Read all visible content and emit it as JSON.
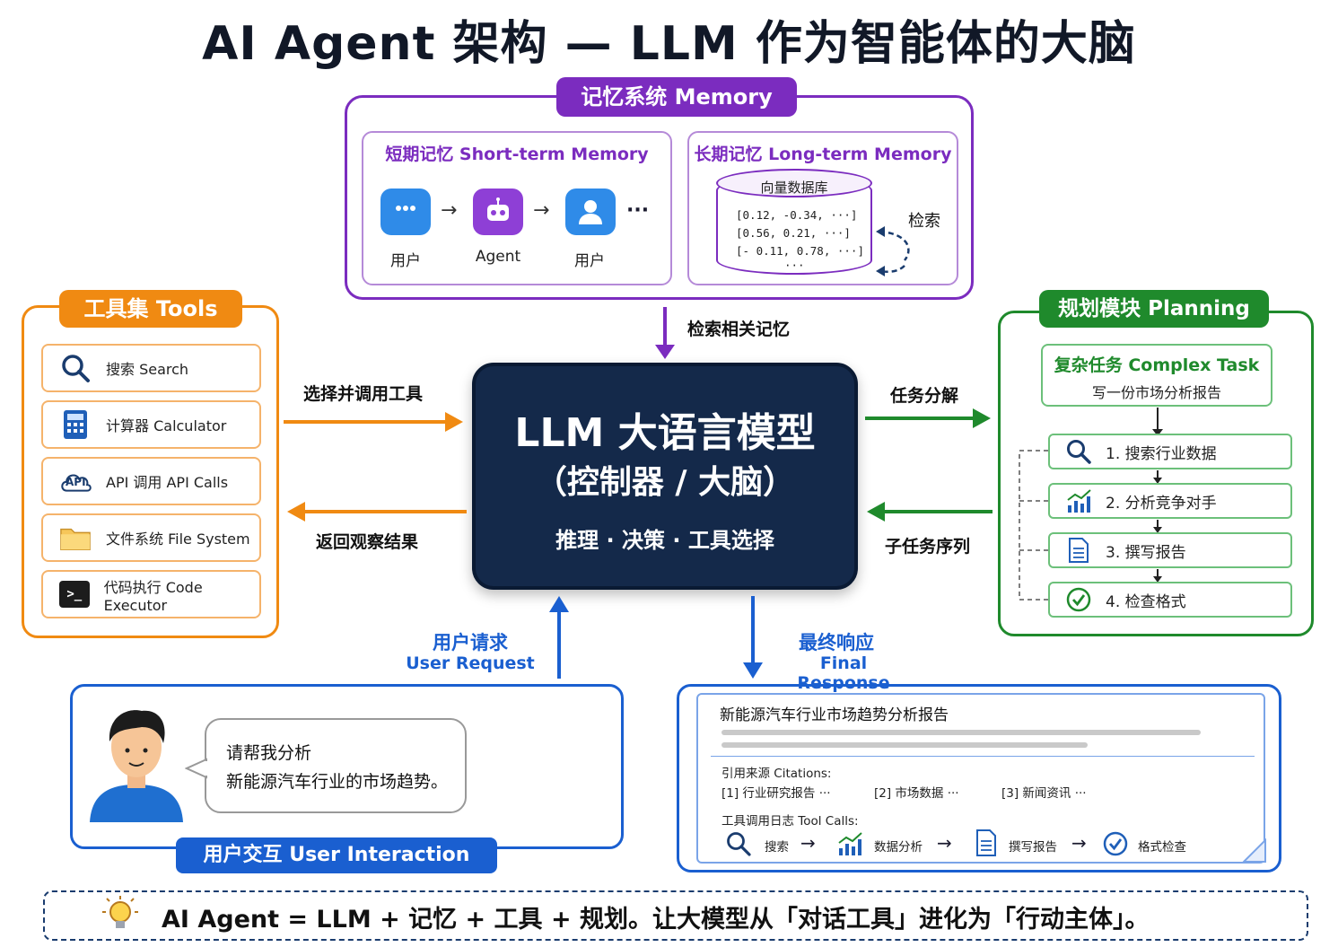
{
  "title": "AI Agent 架构 — LLM 作为智能体的大脑",
  "memory": {
    "badge": "记忆系统 Memory",
    "short_term": {
      "title": "短期记忆 Short-term Memory",
      "items": [
        "用户",
        "Agent",
        "用户"
      ],
      "ellipsis": "···"
    },
    "long_term": {
      "title": "长期记忆 Long-term Memory",
      "db_title": "向量数据库",
      "rows": [
        "[0.12, -0.34, ···]",
        "[0.56,  0.21, ···]",
        "[- 0.11, 0.78, ···]"
      ],
      "db_more": "···",
      "retrieve_label": "检索"
    }
  },
  "flows": {
    "retrieve_memory": "检索相关记忆",
    "select_tool": "选择并调用工具",
    "return_result": "返回观察结果",
    "decompose": "任务分解",
    "subtasks": "子任务序列",
    "user_request_cn": "用户请求",
    "user_request_en": "User Request",
    "final_response_cn": "最终响应",
    "final_response_en": "Final Response"
  },
  "llm": {
    "title": "LLM  大语言模型",
    "subtitle": "（控制器 / 大脑）",
    "capabilities": "推理 · 决策 · 工具选择"
  },
  "tools": {
    "badge": "工具集 Tools",
    "items": [
      {
        "label": "搜索  Search",
        "icon": "search-icon"
      },
      {
        "label": "计算器  Calculator",
        "icon": "calculator-icon"
      },
      {
        "label": "API 调用  API Calls",
        "icon": "api-cloud-icon",
        "icon_text": "API"
      },
      {
        "label": "文件系统  File System",
        "icon": "folder-icon"
      },
      {
        "label": "代码执行  Code Executor",
        "icon": "terminal-icon",
        "icon_text": ">_"
      }
    ]
  },
  "planning": {
    "badge": "规划模块 Planning",
    "complex_title": "复杂任务 Complex Task",
    "complex_sub": "写一份市场分析报告",
    "steps": [
      {
        "label": "1.  搜索行业数据",
        "icon": "search-icon"
      },
      {
        "label": "2.  分析竞争对手",
        "icon": "bar-chart-icon"
      },
      {
        "label": "3.  撰写报告",
        "icon": "document-icon"
      },
      {
        "label": "4.  检查格式",
        "icon": "check-circle-icon"
      }
    ]
  },
  "user_interaction": {
    "badge": "用户交互   User Interaction",
    "bubble_line1": "请帮我分析",
    "bubble_line2": "新能源汽车行业的市场趋势。"
  },
  "response": {
    "doc_title": "新能源汽车行业市场趋势分析报告",
    "citations_label": "引用来源 Citations:",
    "citations": [
      "[1] 行业研究报告 ···",
      "[2] 市场数据 ···",
      "[3] 新闻资讯 ···"
    ],
    "toolcalls_label": "工具调用日志 Tool Calls:",
    "toolcalls": [
      "搜索",
      "数据分析",
      "撰写报告",
      "格式检查"
    ]
  },
  "footer": {
    "text": "AI Agent = LLM + 记忆 + 工具 + 规划。让大模型从「对话工具」进化为「行动主体」。"
  },
  "colors": {
    "memory": "#7b2cbf",
    "tools": "#f08a12",
    "planning": "#1f8a2c",
    "llm": "#14294a",
    "interaction": "#1a5fd0"
  }
}
